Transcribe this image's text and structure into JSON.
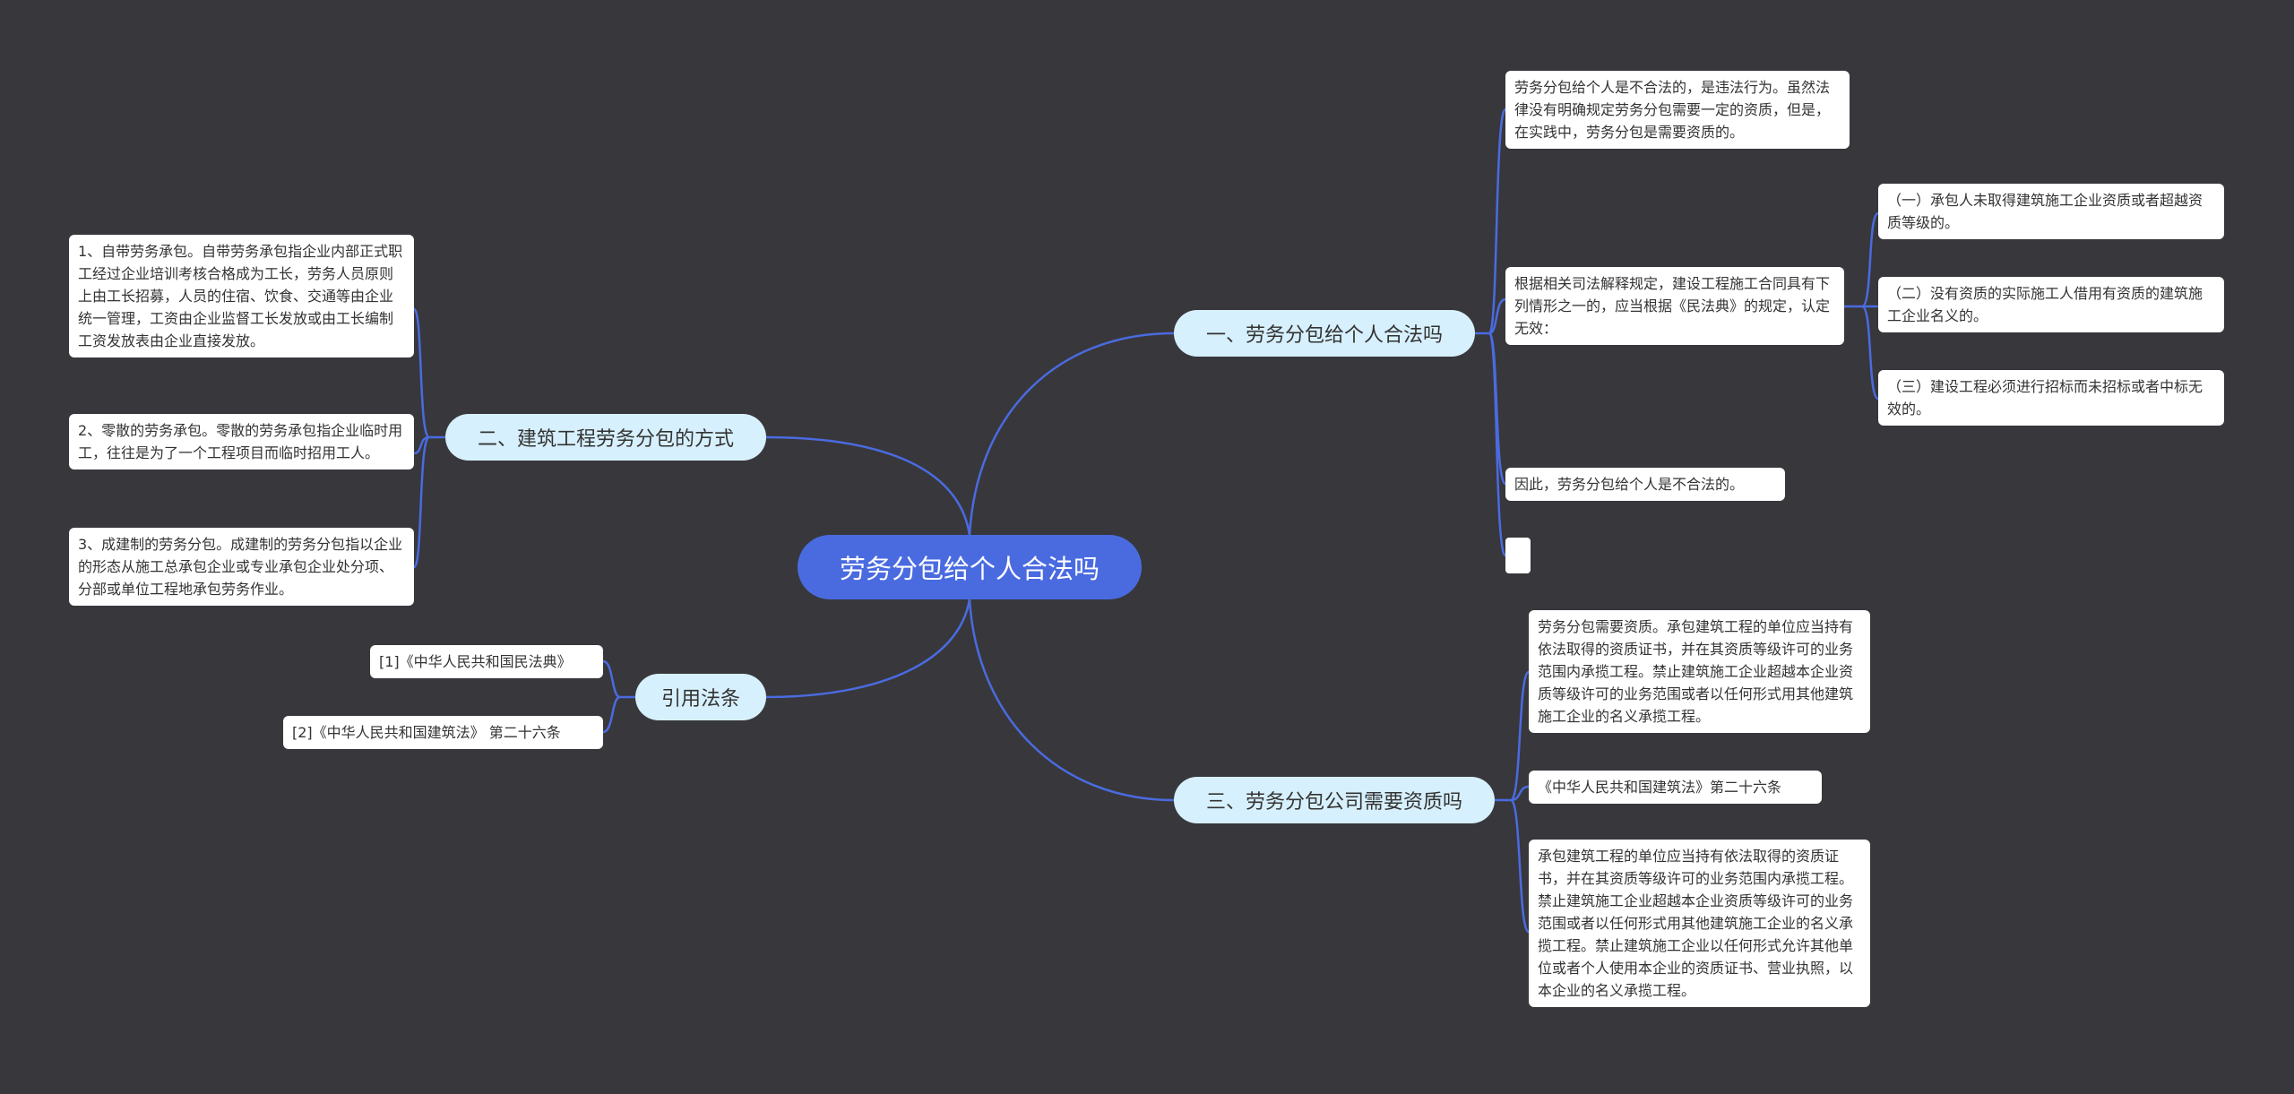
{
  "mindmap": {
    "root": "劳务分包给个人合法吗",
    "branches": {
      "b1": {
        "title": "一、劳务分包给个人合法吗",
        "leaves": [
          "劳务分包给个人是不合法的，是违法行为。虽然法律没有明确规定劳务分包需要一定的资质，但是，在实践中，劳务分包是需要资质的。",
          "根据相关司法解释规定，建设工程施工合同具有下列情形之一的，应当根据《民法典》的规定，认定无效：",
          "因此，劳务分包给个人是不合法的。"
        ],
        "sub": [
          "（一）承包人未取得建筑施工企业资质或者超越资质等级的。",
          "（二）没有资质的实际施工人借用有资质的建筑施工企业名义的。",
          "（三）建设工程必须进行招标而未招标或者中标无效的。"
        ]
      },
      "b2": {
        "title": "二、建筑工程劳务分包的方式",
        "leaves": [
          "1、自带劳务承包。自带劳务承包指企业内部正式职工经过企业培训考核合格成为工长，劳务人员原则上由工长招募，人员的住宿、饮食、交通等由企业统一管理，工资由企业监督工长发放或由工长编制工资发放表由企业直接发放。",
          "2、零散的劳务承包。零散的劳务承包指企业临时用工，往往是为了一个工程项目而临时招用工人。",
          "3、成建制的劳务分包。成建制的劳务分包指以企业的形态从施工总承包企业或专业承包企业处分项、分部或单位工程地承包劳务作业。"
        ]
      },
      "b3": {
        "title": "引用法条",
        "leaves": [
          "[1]《中华人民共和国民法典》",
          "[2]《中华人民共和国建筑法》 第二十六条"
        ]
      },
      "b4": {
        "title": "三、劳务分包公司需要资质吗",
        "leaves": [
          "劳务分包需要资质。承包建筑工程的单位应当持有依法取得的资质证书，并在其资质等级许可的业务范围内承揽工程。禁止建筑施工企业超越本企业资质等级许可的业务范围或者以任何形式用其他建筑施工企业的名义承揽工程。",
          "《中华人民共和国建筑法》第二十六条",
          "承包建筑工程的单位应当持有依法取得的资质证书，并在其资质等级许可的业务范围内承揽工程。禁止建筑施工企业超越本企业资质等级许可的业务范围或者以任何形式用其他建筑施工企业的名义承揽工程。禁止建筑施工企业以任何形式允许其他单位或者个人使用本企业的资质证书、营业执照，以本企业的名义承揽工程。"
        ]
      }
    },
    "colors": {
      "background": "#38373b",
      "root": "#4a6be0",
      "branch": "#d7f0fd",
      "connector": "#4a6be0"
    }
  }
}
